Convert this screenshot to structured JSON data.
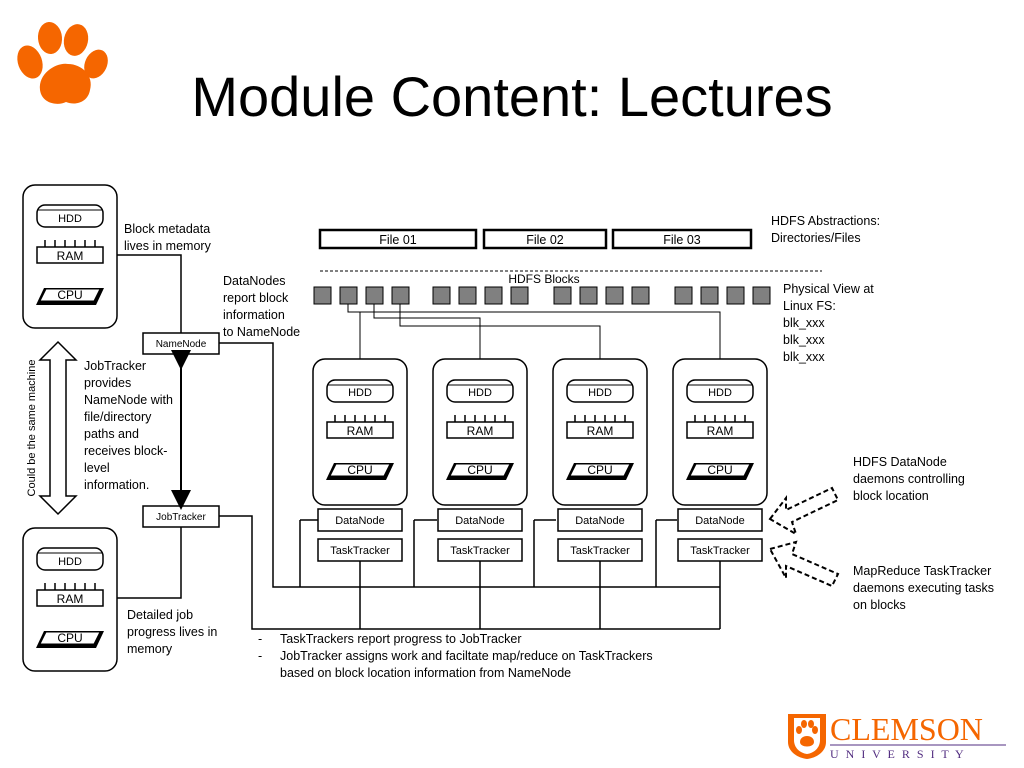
{
  "slide": {
    "title": "Module Content: Lectures"
  },
  "colors": {
    "accent": "#F56600",
    "node_fill": "#808080",
    "ink": "#000000",
    "logo_purple": "#522D80"
  },
  "left_machines": {
    "top": {
      "hdd": "HDD",
      "ram": "RAM",
      "cpu": "CPU"
    },
    "bottom": {
      "hdd": "HDD",
      "ram": "RAM",
      "cpu": "CPU"
    }
  },
  "daemons": {
    "namenode": "NameNode",
    "jobtracker": "JobTracker"
  },
  "annotations": {
    "block_metadata": [
      "Block metadata",
      "lives in memory"
    ],
    "datanodes_report": [
      "DataNodes",
      "report block",
      "information",
      "to NameNode"
    ],
    "jobtracker_provides": [
      "JobTracker",
      "provides",
      "NameNode with",
      "file/directory",
      "paths and",
      "receives block-",
      "level",
      "information."
    ],
    "same_machine": "Could be the same machine",
    "detailed_job": [
      "Detailed job",
      "progress lives in",
      "memory"
    ],
    "hdfs_abstractions": [
      "HDFS Abstractions:",
      "Directories/Files"
    ],
    "physical_view": [
      "Physical View at",
      "Linux FS:",
      "blk_xxx",
      "blk_xxx",
      "blk_xxx"
    ],
    "hdfs_datanode": [
      "HDFS DataNode",
      "daemons controlling",
      "block location"
    ],
    "mapreduce_tasktracker": [
      "MapReduce TaskTracker",
      "daemons executing tasks",
      "on blocks"
    ]
  },
  "files": [
    "File 01",
    "File 02",
    "File 03"
  ],
  "hdfs_blocks_label": "HDFS Blocks",
  "worker_nodes": [
    {
      "hdd": "HDD",
      "ram": "RAM",
      "cpu": "CPU",
      "datanode": "DataNode",
      "tasktracker": "TaskTracker"
    },
    {
      "hdd": "HDD",
      "ram": "RAM",
      "cpu": "CPU",
      "datanode": "DataNode",
      "tasktracker": "TaskTracker"
    },
    {
      "hdd": "HDD",
      "ram": "RAM",
      "cpu": "CPU",
      "datanode": "DataNode",
      "tasktracker": "TaskTracker"
    },
    {
      "hdd": "HDD",
      "ram": "RAM",
      "cpu": "CPU",
      "datanode": "DataNode",
      "tasktracker": "TaskTracker"
    }
  ],
  "bullets": [
    [
      "TaskTrackers report progress to JobTracker"
    ],
    [
      "JobTracker assigns work and faciltate map/reduce on TaskTrackers",
      "based on block location information from NameNode"
    ]
  ],
  "logo": {
    "name": "CLEMSON",
    "sub": "U N I V E R S I T Y"
  }
}
